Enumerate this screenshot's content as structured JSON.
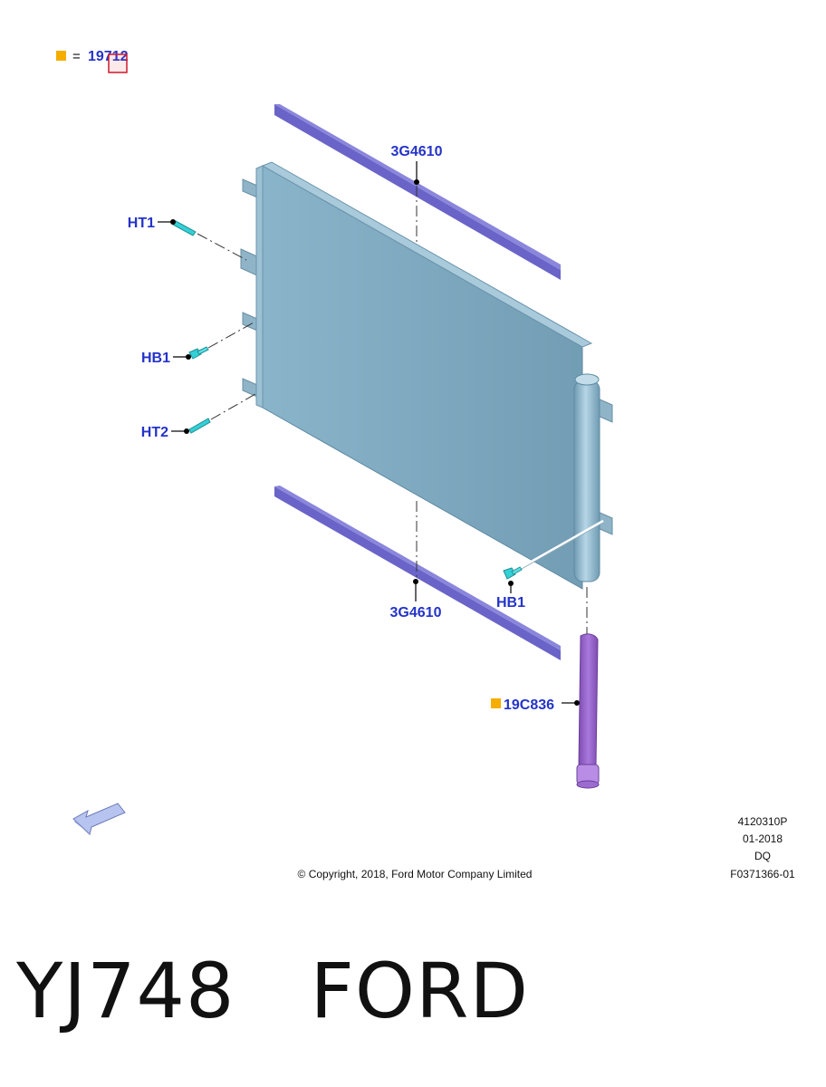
{
  "legend": {
    "marker_icon": "orange-square-icon",
    "equals": "=",
    "part_number": "19712"
  },
  "callouts": {
    "seal_top": "3G4610",
    "seal_bottom": "3G4610",
    "ht1": "HT1",
    "hb1_left": "HB1",
    "ht2": "HT2",
    "hb1_right": "HB1",
    "desiccant": "19C836"
  },
  "meta": {
    "code": "4120310P",
    "date": "01-2018",
    "region": "DQ",
    "figure_id": "F0371366-01"
  },
  "copyright": "© Copyright, 2018, Ford Motor Company Limited",
  "caption": "YJ748   FORD",
  "colors": {
    "callout": "#2433c9",
    "marker": "#f5ad00",
    "seal": "#6a64c8",
    "condenser": "#7aa3ba",
    "fastener": "#33d0d6",
    "desiccant": "#9a64c8",
    "arrow": "#b8c4f0"
  },
  "icons": {
    "direction_arrow": "front-direction-arrow-icon"
  }
}
